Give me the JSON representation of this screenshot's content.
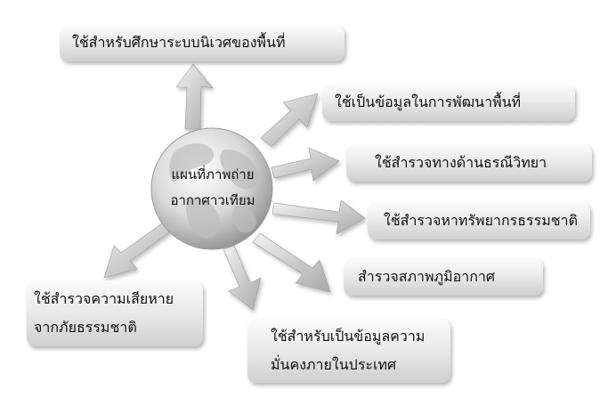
{
  "center": {
    "line1": "แผนที่ภาพถ่าย",
    "line2": "อากาศาวเทียม"
  },
  "boxes": {
    "ecosystem": "ใช้สำหรับศึกษาระบบนิเวศของพื้นที่",
    "development": "ใช้เป็นข้อมูลในการพัฒนาพื้นที่",
    "geology": "ใช้สำรวจทางด้านธรณีวิทยา",
    "resources": "ใช้สำรวจหาทรัพยากรธรรมชาติ",
    "climate": "สำรวจสภาพภูมิอากาศ",
    "disaster": {
      "line1": "ใช้สำรวจความเสียหาย",
      "line2": "จากภัยธรรมชาติ"
    },
    "security": {
      "line1": "ใช้สำหรับเป็นข้อมูลความ",
      "line2": "มั่นคงภายในประเทศ"
    }
  }
}
